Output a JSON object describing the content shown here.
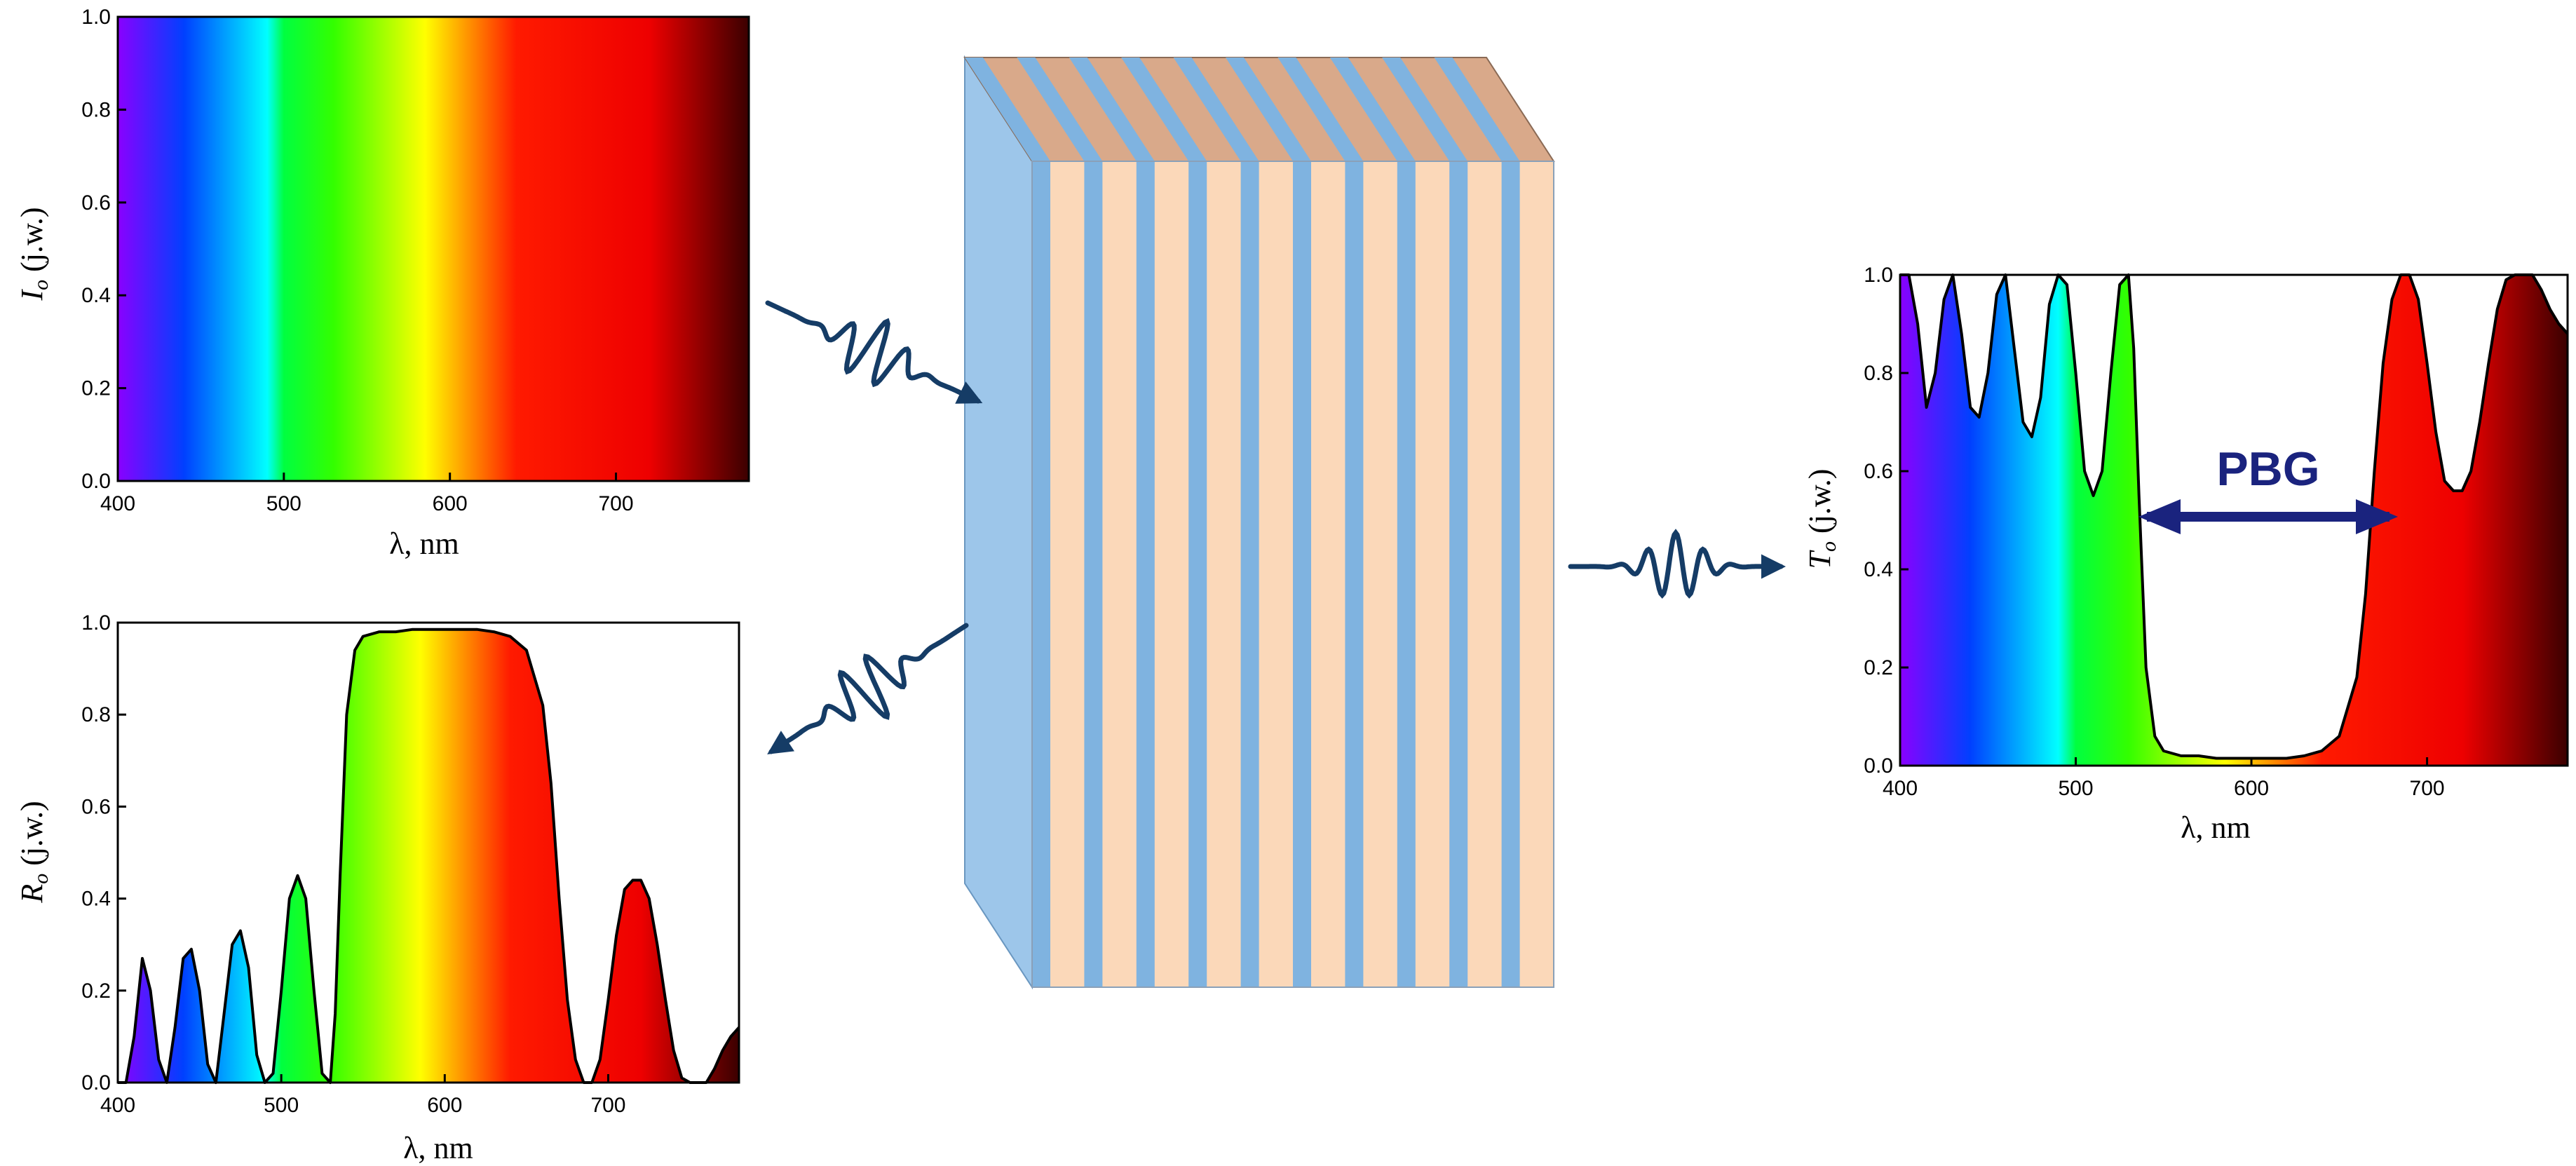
{
  "colors": {
    "layer_blue": "#7fb3e0",
    "layer_peach": "#fbd8b9",
    "slab_side": "#9dc6ea",
    "slab_top_peach": "#d9a98a",
    "wave_arrow": "#153c66",
    "pbg_arrow": "#1a237e"
  },
  "spectrum_stops": [
    {
      "nm": 400,
      "color": "#8a00ff"
    },
    {
      "nm": 440,
      "color": "#0040ff"
    },
    {
      "nm": 490,
      "color": "#00ffff"
    },
    {
      "nm": 500,
      "color": "#00ff40"
    },
    {
      "nm": 530,
      "color": "#33ff00"
    },
    {
      "nm": 585,
      "color": "#ffff00"
    },
    {
      "nm": 640,
      "color": "#ff1a00"
    },
    {
      "nm": 720,
      "color": "#ee0000"
    },
    {
      "nm": 780,
      "color": "#3b0000"
    }
  ],
  "stack": {
    "layer_pairs": 10,
    "description_icon": "multilayer-photonic-crystal"
  },
  "pbg_label": "PBG",
  "chart_data": [
    {
      "id": "incident",
      "type": "area",
      "fill": "visible-spectrum-gradient",
      "xlabel": "λ, nm",
      "ylabel_main": "I",
      "ylabel_sub": "o",
      "ylabel_rest": " (j.w.)",
      "xlim": [
        400,
        780
      ],
      "ylim": [
        0,
        1.0
      ],
      "xticks": [
        "400",
        "500",
        "600",
        "700"
      ],
      "yticks": [
        "0.0",
        "0.2",
        "0.4",
        "0.6",
        "0.8",
        "1.0"
      ],
      "x": [
        400,
        780
      ],
      "y": [
        1.0,
        1.0
      ]
    },
    {
      "id": "reflected",
      "type": "area",
      "fill": "visible-spectrum-gradient",
      "xlabel": "λ, nm",
      "ylabel_main": "R",
      "ylabel_sub": "o",
      "ylabel_rest": " (j.w.)",
      "xlim": [
        400,
        780
      ],
      "ylim": [
        0,
        1.0
      ],
      "xticks": [
        "400",
        "500",
        "600",
        "700"
      ],
      "yticks": [
        "0.0",
        "0.2",
        "0.4",
        "0.6",
        "0.8",
        "1.0"
      ],
      "x": [
        400,
        405,
        410,
        415,
        420,
        425,
        430,
        435,
        440,
        445,
        450,
        455,
        460,
        465,
        470,
        475,
        480,
        485,
        490,
        495,
        500,
        505,
        510,
        515,
        520,
        525,
        530,
        533,
        536,
        540,
        545,
        550,
        560,
        570,
        580,
        590,
        600,
        610,
        620,
        630,
        640,
        650,
        660,
        665,
        670,
        675,
        680,
        685,
        690,
        695,
        700,
        705,
        710,
        715,
        720,
        725,
        730,
        735,
        740,
        745,
        750,
        755,
        760,
        765,
        770,
        775,
        780
      ],
      "y": [
        0.0,
        0.0,
        0.1,
        0.27,
        0.2,
        0.05,
        0.0,
        0.12,
        0.27,
        0.29,
        0.2,
        0.04,
        0.0,
        0.15,
        0.3,
        0.33,
        0.25,
        0.06,
        0.0,
        0.02,
        0.2,
        0.4,
        0.45,
        0.4,
        0.2,
        0.02,
        0.0,
        0.15,
        0.45,
        0.8,
        0.94,
        0.97,
        0.98,
        0.98,
        0.985,
        0.985,
        0.985,
        0.985,
        0.985,
        0.98,
        0.97,
        0.94,
        0.82,
        0.65,
        0.4,
        0.18,
        0.05,
        0.0,
        0.0,
        0.05,
        0.18,
        0.32,
        0.42,
        0.44,
        0.44,
        0.4,
        0.3,
        0.18,
        0.07,
        0.01,
        0.0,
        0.0,
        0.0,
        0.03,
        0.07,
        0.1,
        0.12
      ]
    },
    {
      "id": "transmitted",
      "type": "area",
      "fill": "visible-spectrum-gradient",
      "xlabel": "λ, nm",
      "ylabel_main": "T",
      "ylabel_sub": "o",
      "ylabel_rest": " (j.w.)",
      "xlim": [
        400,
        780
      ],
      "ylim": [
        0,
        1.0
      ],
      "xticks": [
        "400",
        "500",
        "600",
        "700"
      ],
      "yticks": [
        "0.0",
        "0.2",
        "0.4",
        "0.6",
        "0.8",
        "1.0"
      ],
      "x": [
        400,
        405,
        410,
        415,
        420,
        425,
        430,
        435,
        440,
        445,
        450,
        455,
        460,
        465,
        470,
        475,
        480,
        485,
        490,
        495,
        500,
        505,
        510,
        515,
        520,
        525,
        530,
        533,
        536,
        540,
        545,
        550,
        560,
        570,
        580,
        590,
        600,
        610,
        620,
        630,
        640,
        650,
        660,
        665,
        670,
        675,
        680,
        685,
        690,
        695,
        700,
        705,
        710,
        715,
        720,
        725,
        730,
        735,
        740,
        745,
        750,
        755,
        760,
        765,
        770,
        775,
        780
      ],
      "y": [
        1.0,
        1.0,
        0.9,
        0.73,
        0.8,
        0.95,
        1.0,
        0.88,
        0.73,
        0.71,
        0.8,
        0.96,
        1.0,
        0.85,
        0.7,
        0.67,
        0.75,
        0.94,
        1.0,
        0.98,
        0.8,
        0.6,
        0.55,
        0.6,
        0.8,
        0.98,
        1.0,
        0.85,
        0.55,
        0.2,
        0.06,
        0.03,
        0.02,
        0.02,
        0.015,
        0.015,
        0.015,
        0.015,
        0.015,
        0.02,
        0.03,
        0.06,
        0.18,
        0.35,
        0.6,
        0.82,
        0.95,
        1.0,
        1.0,
        0.95,
        0.82,
        0.68,
        0.58,
        0.56,
        0.56,
        0.6,
        0.7,
        0.82,
        0.93,
        0.99,
        1.0,
        1.0,
        1.0,
        0.97,
        0.93,
        0.9,
        0.88
      ]
    }
  ]
}
